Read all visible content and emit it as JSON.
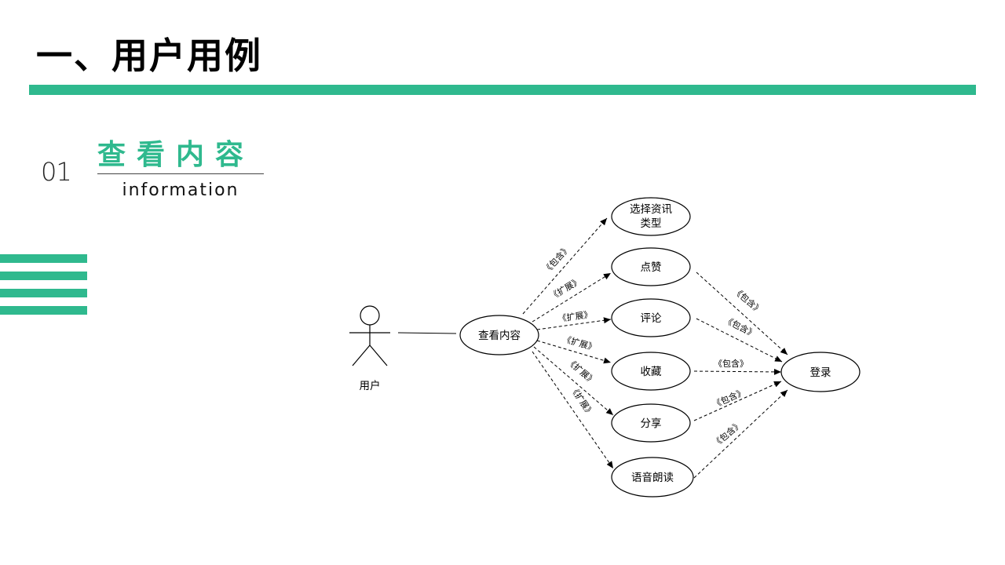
{
  "page": {
    "title": "一、用户用例",
    "accent_color": "#2fb98e"
  },
  "section": {
    "number": "01",
    "heading": "查看内容",
    "subheading": "information"
  },
  "diagram": {
    "actor": {
      "label": "用户"
    },
    "nodes": {
      "view": "查看内容",
      "choose_line1": "选择资讯",
      "choose_line2": "类型",
      "like": "点赞",
      "comment": "评论",
      "favorite": "收藏",
      "share": "分享",
      "read_aloud": "语音朗读",
      "login": "登录"
    },
    "relations": {
      "include": "《包含》",
      "extend": "《扩展》"
    }
  }
}
